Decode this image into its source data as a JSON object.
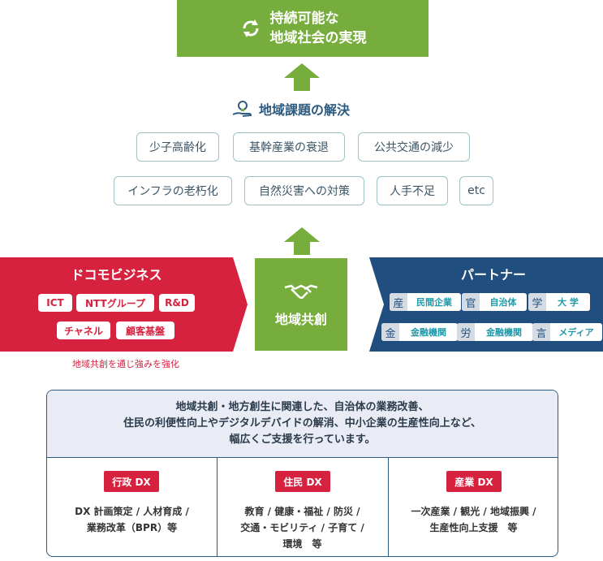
{
  "goal": {
    "line1": "持続可能な",
    "line2": "地域社会の実現"
  },
  "issues": {
    "title": "地域課題の解決",
    "row1": [
      "少子高齢化",
      "基幹産業の衰退",
      "公共交通の減少"
    ],
    "row2": [
      "インフラの老朽化",
      "自然災害への対策",
      "人手不足",
      "etc"
    ]
  },
  "docomo": {
    "title": "ドコモビジネス",
    "chips_row1": [
      "ICT",
      "NTTグループ",
      "R&D"
    ],
    "chips_row2": [
      "チャネル",
      "顧客基盤"
    ],
    "note": "地域共創を通じ強みを強化"
  },
  "center": {
    "label": "地域共創"
  },
  "partner": {
    "title": "パートナー",
    "row1": [
      {
        "k": "産",
        "v": "民間企業"
      },
      {
        "k": "官",
        "v": "自治体"
      },
      {
        "k": "学",
        "v": "大 学"
      }
    ],
    "row2": [
      {
        "k": "金",
        "v": "金融機関"
      },
      {
        "k": "労",
        "v": "金融機関"
      },
      {
        "k": "言",
        "v": "メディア"
      }
    ]
  },
  "support": {
    "line1": "地域共創・地方創生に関連した、自治体の業務改善、",
    "line2": "住民の利便性向上やデジタルデバイドの解消、中小企業の生産性向上など、",
    "line3": "幅広くご支援を行っています。",
    "columns": [
      {
        "title": "行政 DX",
        "lines": [
          "DX 計画策定 / 人材育成 /",
          "業務改革（BPR）等"
        ]
      },
      {
        "title": "住民 DX",
        "lines": [
          "教育 / 健康・福祉 / 防災 /",
          "交通・モビリティ / 子育て /",
          "環境　等"
        ]
      },
      {
        "title": "産業 DX",
        "lines": [
          "一次産業 / 観光 / 地域振興 /",
          "生産性向上支援　等"
        ]
      }
    ]
  },
  "colors": {
    "green": "#77ad3c",
    "red": "#d6223f",
    "navy": "#1f4e7f",
    "teal": "#9cc4c5"
  }
}
